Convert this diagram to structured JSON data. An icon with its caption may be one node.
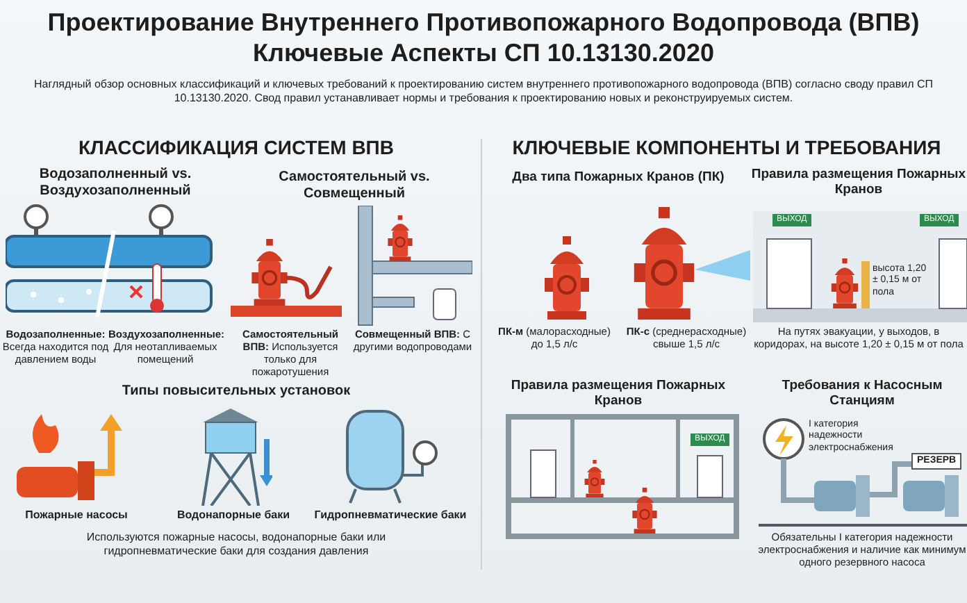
{
  "diagram": {
    "title": "Проектирование Внутреннего Противопожарного Водопровода (ВПВ) Ключевые Аспекты СП 10.13130.2020",
    "labels": [
      "Наглядный обзор основных классификаций и ключевых требований к проектированию систем внутреннего противопожарного водопровода (ВПВ) согласно своду правил СП 10.13130.2020. Свод правил устанавливает нормы и требования к проектированию новых и реконструируемых систем.",
      "КЛАССИФИКАЦИЯ СИСТЕМ ВПВ",
      "Водозаполненный vs. Воздухозаполненный",
      "Самостоятельный vs. Совмещенный",
      "**Водозаполненные:** Всегда находится под давлением воды",
      "**Воздухозаполненные:** Для неотапливаемых помещений",
      "**Самостоятельный ВПВ:** Используется только для пожаротушения",
      "**Совмещенный ВПВ:** С другими водопроводами",
      "Типы повысительных установок",
      "Пожарные насосы",
      "Водонапорные баки",
      "Гидропневматические баки",
      "Используются пожарные насосы, водонапорные баки или гидропневматические баки для создания давления",
      "КЛЮЧЕВЫЕ КОМПОНЕНТЫ И ТРЕБОВАНИЯ",
      "Два типа Пожарных Кранов (ПК)",
      "Правила размещения Пожарных Кранов",
      "ВЫХОД",
      "ВЫХОД",
      "**ПК-м** (малорасходные) до 1,5 л/с",
      "**ПК-с** (среднерасходные) свыше 1,5 л/с",
      "высота 1,20 ± 0,15 м от пола",
      "На путях эвакуации, у выходов, в коридорах, на высоте 1,20 ± 0,15 м от пола",
      "Правила размещения Пожарных Кранов",
      "Требования к Насосным Станциям",
      "ВЫХОД",
      "I категория надежности электроснабжения",
      "РЕЗЕРВ",
      "Обязательны I категория надежности электроснабжения и наличие как минимум одного резервного насоса"
    ]
  }
}
